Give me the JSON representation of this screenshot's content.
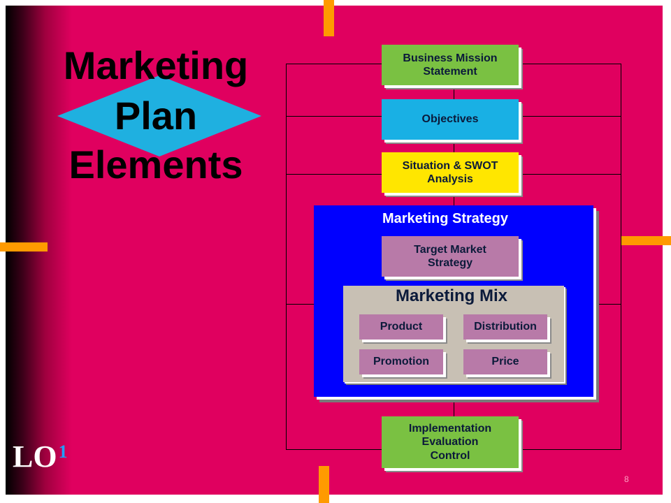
{
  "title": {
    "line1": "Marketing",
    "line2": "Plan",
    "line3": "Elements"
  },
  "colors": {
    "slide_bg": "#e0005f",
    "diamond": "#1fb0e0",
    "accent_tick": "#ff9a00",
    "strategy_bg": "#0000ff",
    "mix_bg": "#c8c0b4"
  },
  "boxes": {
    "mission": "Business Mission Statement",
    "objectives": "Objectives",
    "situation": "Situation & SWOT Analysis",
    "strategy_title": "Marketing Strategy",
    "target": "Target Market Strategy",
    "mix_title": "Marketing Mix",
    "product": "Product",
    "distribution": "Distribution",
    "promotion": "Promotion",
    "price": "Price",
    "implementation": {
      "line1": "Implementation",
      "line2": "Evaluation",
      "line3": "Control"
    }
  },
  "badge": {
    "label": "LO",
    "number": "1"
  },
  "page_number": "8"
}
